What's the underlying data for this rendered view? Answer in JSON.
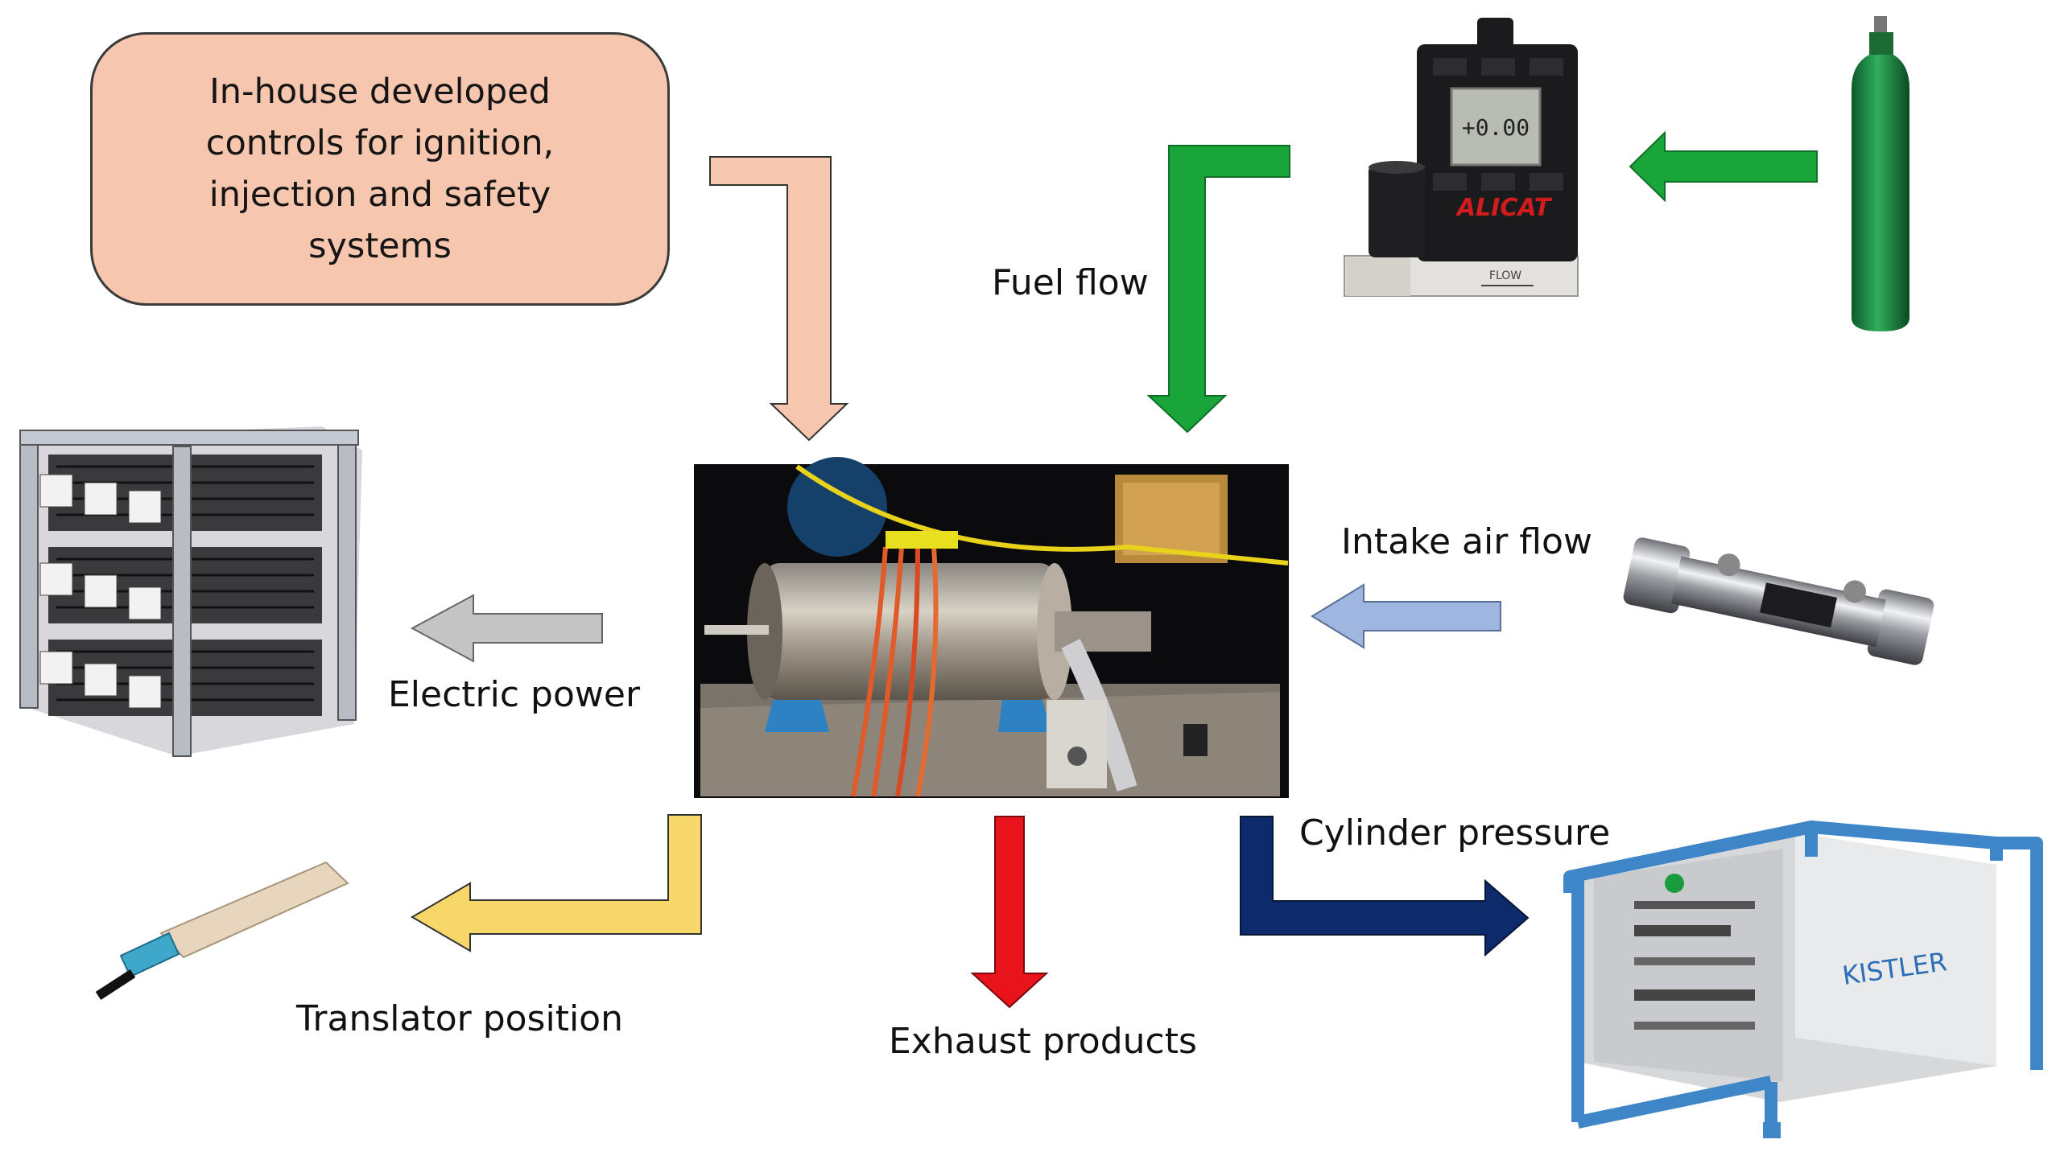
{
  "controls_box": {
    "lines": [
      "In-house developed",
      "controls for ignition,",
      "injection and safety",
      "systems"
    ]
  },
  "labels": {
    "fuel_flow": "Fuel flow",
    "intake_air_flow": "Intake air flow",
    "electric_power": "Electric power",
    "cylinder_pressure": "Cylinder pressure",
    "translator_position": "Translator position",
    "exhaust_products": "Exhaust products"
  },
  "devices": {
    "flow_meter_display": "+0.00",
    "flow_meter_brand": "ALICAT",
    "flow_meter_flow_mark": "FLOW",
    "daq_brand": "KISTLER"
  },
  "colors": {
    "controls_box": "#f7c6ae",
    "controls_arrow": "#f7c6ae",
    "fuel_arrow": "#1aa53a",
    "electric_arrow": "#c4c4c4",
    "intake_arrow": "#9fb7e0",
    "translator_arrow": "#f8d76a",
    "exhaust_arrow": "#e8131b",
    "pressure_arrow": "#0d2a6b",
    "kistler_frame": "#3f86c9"
  }
}
